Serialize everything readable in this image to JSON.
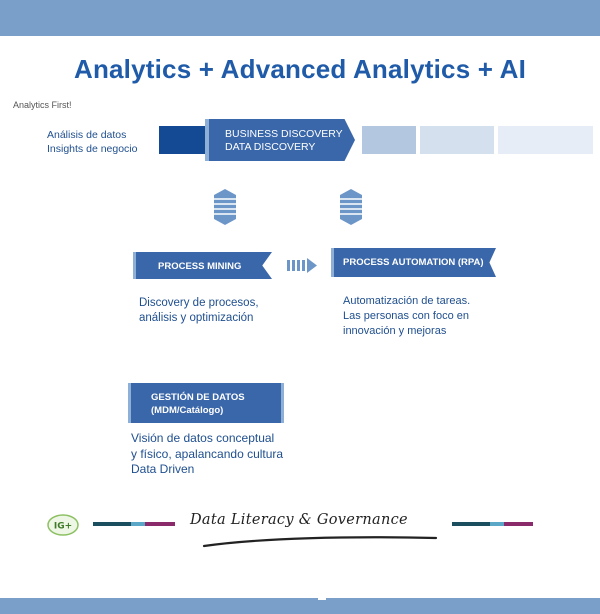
{
  "title": "Analytics + Advanced Analytics + AI",
  "analytics_first": "Analytics First!",
  "left_labels": {
    "line1": "Análisis de datos",
    "line2": "Insights de negocio"
  },
  "business_discovery": {
    "line1": "BUSINESS DISCOVERY",
    "line2": "DATA DISCOVERY"
  },
  "process_mining": {
    "label": "PROCESS MINING",
    "desc_line1": "Discovery de procesos,",
    "desc_line2": "análisis y optimización"
  },
  "process_automation": {
    "label": "PROCESS AUTOMATION (RPA)",
    "desc_line1": "Automatización de tareas.",
    "desc_line2": "Las personas con foco en",
    "desc_line3": "innovación y mejoras"
  },
  "gestion_datos": {
    "label_line1": "GESTIÓN DE DATOS",
    "label_line2": "(MDM/Catálogo)",
    "desc_line1": "Visión de datos conceptual",
    "desc_line2": "y físico, apalancando cultura",
    "desc_line3": "Data Driven"
  },
  "footer": {
    "tagline": "Data Literacy & Governance",
    "logo_text": "IG+"
  },
  "colors": {
    "primary": "#1f5ba8",
    "box": "#3a67a9",
    "bar": "#7a9fc9",
    "text": "#1f4f8f"
  }
}
